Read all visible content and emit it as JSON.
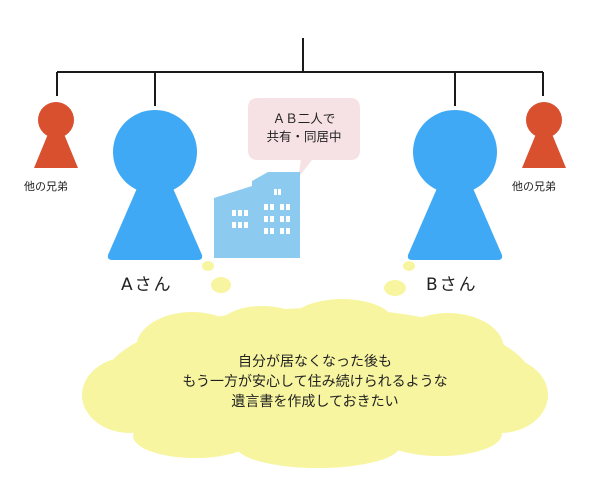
{
  "tree_lines_color": "#1a1a1a",
  "people": {
    "a": {
      "label": "Aさん",
      "color": "#3fa9f5"
    },
    "b": {
      "label": "Bさん",
      "color": "#3fa9f5"
    },
    "left_sibling": {
      "label": "他の兄弟",
      "color": "#d9502f"
    },
    "right_sibling": {
      "label": "他の兄弟",
      "color": "#d9502f"
    }
  },
  "speech_bubble": {
    "lines": [
      "ＡＢ二人で",
      "共有・同居中"
    ],
    "color": "#f6e1e4"
  },
  "house": {
    "icon": "house-icon",
    "color": "#8ccaf0"
  },
  "thought_cloud": {
    "lines": [
      "自分が居なくなった後も",
      "もう一方が安心して住み続けられるような",
      "遺言書を作成しておきたい"
    ],
    "color": "#f7f5a0"
  }
}
